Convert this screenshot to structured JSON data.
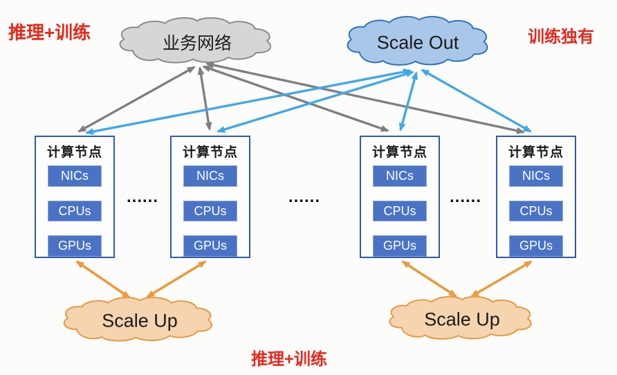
{
  "annotations": {
    "top_left": "推理+训练",
    "top_right": "训练独有",
    "bottom_center": "推理+训练",
    "text_color": "#e5291c"
  },
  "clouds": {
    "business": {
      "label": "业务网络",
      "fill": "#d6d6d6",
      "stroke": "#8a8a8a"
    },
    "scale_out": {
      "label": "Scale Out",
      "fill": "#a9c7e9",
      "stroke": "#2e74b5"
    },
    "scale_up_left": {
      "label": "Scale Up",
      "fill": "#f6d4b0",
      "stroke": "#e8993c"
    },
    "scale_up_right": {
      "label": "Scale Up",
      "fill": "#f6d4b0",
      "stroke": "#e8993c"
    }
  },
  "nodes": [
    {
      "title": "计算节点",
      "components": [
        "NICs",
        "CPUs",
        "GPUs"
      ]
    },
    {
      "title": "计算节点",
      "components": [
        "NICs",
        "CPUs",
        "GPUs"
      ]
    },
    {
      "title": "计算节点",
      "components": [
        "NICs",
        "CPUs",
        "GPUs"
      ]
    },
    {
      "title": "计算节点",
      "components": [
        "NICs",
        "CPUs",
        "GPUs"
      ]
    }
  ],
  "ellipsis": {
    "between_node_1_2": "......",
    "between_node_2_3": "......",
    "between_node_3_4": "......"
  },
  "arrows": {
    "gray_color": "#7f7f7f",
    "blue_color": "#3fa8e8",
    "orange_color": "#ec9a3c",
    "style": "double-headed",
    "gray_links": "业务网络 ↔ 计算节点 ×4",
    "blue_links": "Scale Out ↔ 计算节点 ×4",
    "orange_links": "Scale Up ↔ 计算节点 ×2 each"
  },
  "node_component_color": "#4a73c6"
}
